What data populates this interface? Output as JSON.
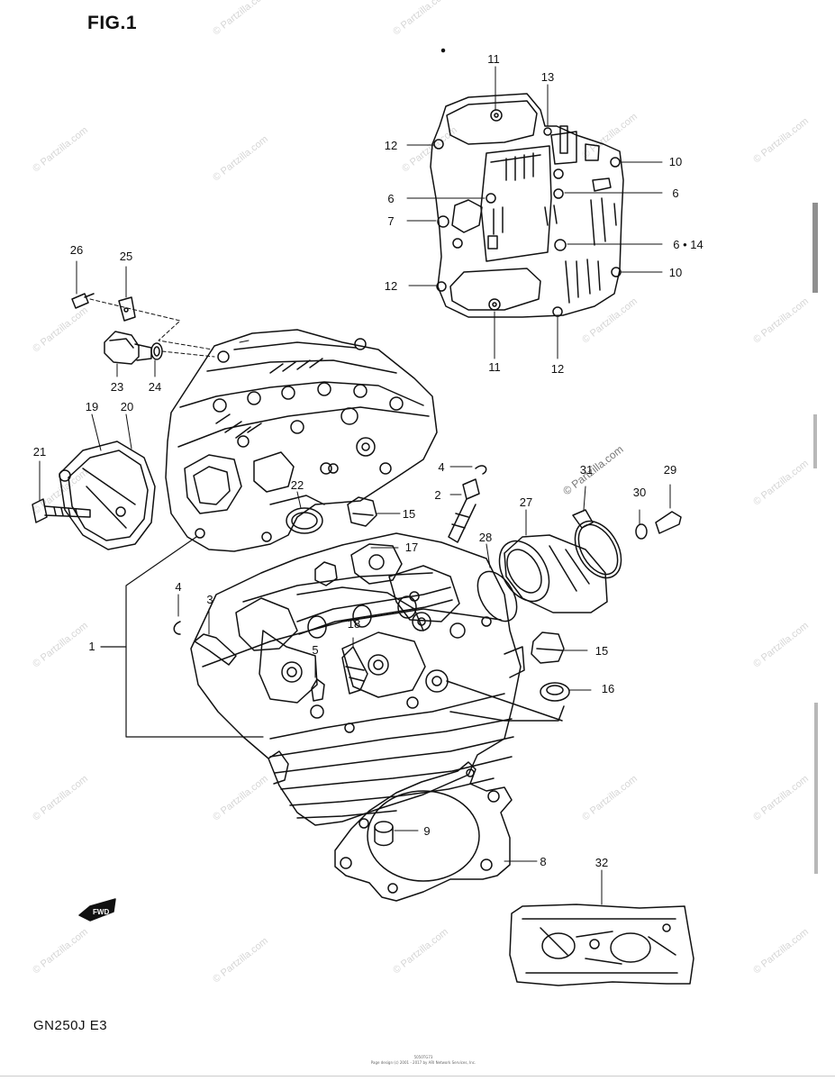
{
  "figure_title": "FIG.1",
  "model_code": "GN250J  E3",
  "watermark": "© Partzilla.com",
  "fwd_label": "FWD",
  "footer": {
    "line1": "5050TG73",
    "line2": "Page design (c) 2001 - 2017 by ARI Network Services, Inc."
  },
  "callouts": {
    "n1": "1",
    "n2": "2",
    "n3": "3",
    "n4a": "4",
    "n4b": "4",
    "n5": "5",
    "n6a": "6",
    "n6b": "6",
    "n6_14": "6 • 14",
    "n7": "7",
    "n8": "8",
    "n9": "9",
    "n10a": "10",
    "n10b": "10",
    "n11a": "11",
    "n11b": "11",
    "n12a": "12",
    "n12b": "12",
    "n12c": "12",
    "n13": "13",
    "n15a": "15",
    "n15b": "15",
    "n16": "16",
    "n17": "17",
    "n18": "18",
    "n19": "19",
    "n20": "20",
    "n21": "21",
    "n22": "22",
    "n23": "23",
    "n24": "24",
    "n25": "25",
    "n26": "26",
    "n27": "27",
    "n28": "28",
    "n29": "29",
    "n30": "30",
    "n31": "31",
    "n32": "32"
  }
}
